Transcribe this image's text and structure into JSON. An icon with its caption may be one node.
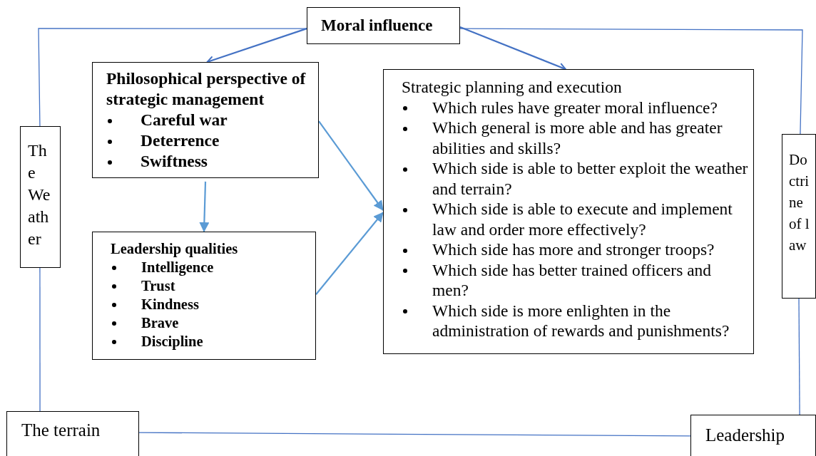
{
  "diagram": {
    "nodes": [
      {
        "text": [
          "Moral influence"
        ]
      },
      {
        "text": [
          "Philosophical perspective of strategic management",
          "Careful war",
          "Deterrence",
          "Swiftness"
        ]
      },
      {
        "text": [
          "Leadership qualities",
          "Intelligence",
          "Trust",
          "Kindness",
          "Brave",
          "Discipline"
        ]
      },
      {
        "text": [
          "Strategic planning and execution",
          "Which rules have greater moral influence?",
          "Which general is more able and has greater abilities and skills?",
          "Which side is able to better exploit the weather and terrain?",
          "Which side is able to execute and implement law and order more effectively?",
          "Which side has more and stronger troops?",
          "Which side has better trained officers and men?",
          "Which side is more enlighten in the administration of rewards and punishments?"
        ]
      },
      {
        "text": [
          "The Weather"
        ]
      },
      {
        "text": [
          "Doctrine of law"
        ]
      },
      {
        "text": [
          "The terrain"
        ]
      },
      {
        "text": [
          "Leadership"
        ]
      }
    ],
    "edges": [
      {
        "from": 0,
        "to": 1,
        "arrow": "to"
      },
      {
        "from": 0,
        "to": 3,
        "arrow": "to"
      },
      {
        "from": 1,
        "to": 2,
        "arrow": "to",
        "color": "#5b9bd5"
      },
      {
        "from": 1,
        "to": 3,
        "arrow": "to",
        "color": "#5b9bd5"
      },
      {
        "from": 2,
        "to": 3,
        "arrow": "to",
        "color": "#5b9bd5"
      },
      {
        "from": 0,
        "to": 4,
        "arrow": "none"
      },
      {
        "from": 0,
        "to": 5,
        "arrow": "none"
      },
      {
        "from": 4,
        "to": 6,
        "arrow": "none"
      },
      {
        "from": 6,
        "to": 7,
        "arrow": "none"
      },
      {
        "from": 7,
        "to": 5,
        "arrow": "none"
      }
    ]
  }
}
